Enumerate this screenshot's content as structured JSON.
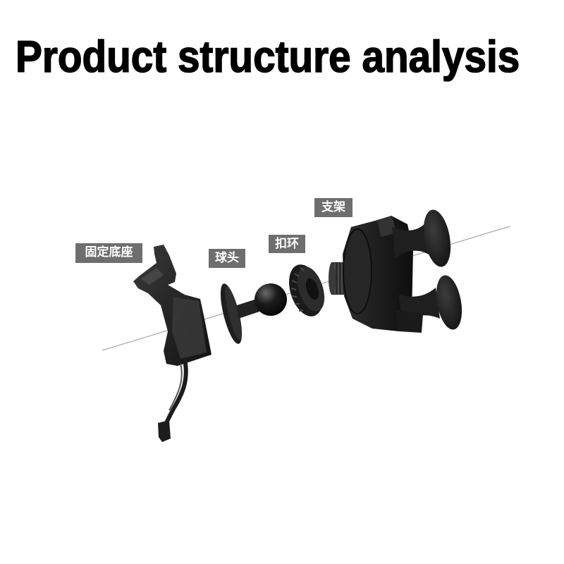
{
  "title": "Product structure analysis",
  "labels": {
    "base": "固定底座",
    "ball_head": "球头",
    "ring": "扣环",
    "holder": "支架"
  },
  "colors": {
    "background": "#ffffff",
    "title": "#000000",
    "label_background": "#6e6e6e",
    "label_text": "#ffffff",
    "part": "#1e1e1e",
    "axis_line": "#9a9a9a"
  }
}
